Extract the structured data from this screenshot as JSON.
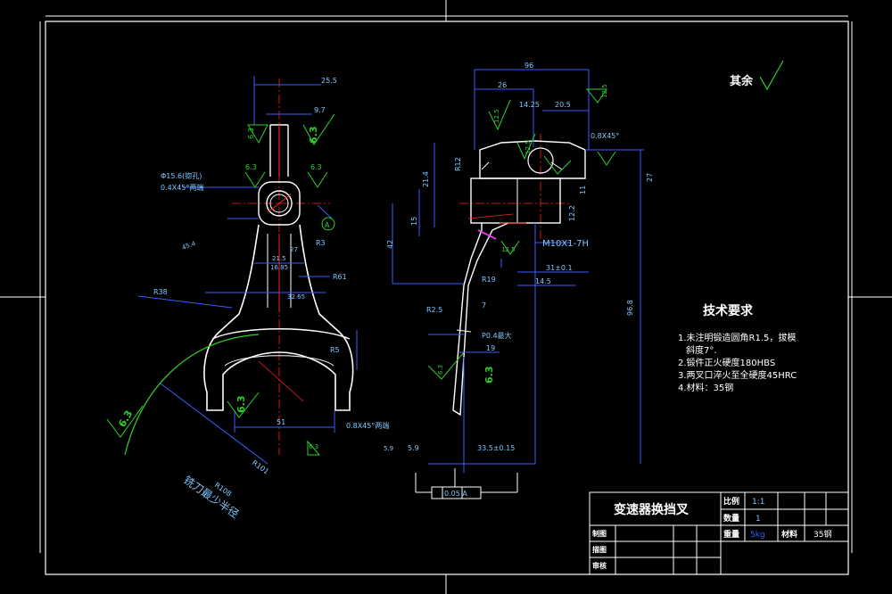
{
  "title_block": {
    "part_name": "变速器换挡叉",
    "scale_label": "比例",
    "scale_value": "1:1",
    "qty_label": "数量",
    "qty_value": "1",
    "weight_label": "重量",
    "weight_value": "5kg",
    "material_label": "材料",
    "material_value": "35钢",
    "drawn_label": "制图",
    "traced_label": "描图",
    "checked_label": "审核"
  },
  "surface_finish_note": "其余",
  "tech_requirements": {
    "heading": "技术要求",
    "items": [
      "1.未注明锻造圆角R1.5，拔模",
      "斜度7°.",
      "2.锻件正火硬度180HBS",
      "3.两叉口淬火至全硬度45HRC",
      "4.材料：35钢"
    ]
  },
  "front_view_labels": {
    "top_width": "25.5",
    "slot_width": "9.7",
    "hole_dia": "Φ15.6(锪孔)",
    "chamfer": "0.4X45°两端",
    "datum": "A",
    "rough_6_3": "6.3",
    "r3": "R3",
    "r38": "R38",
    "r61": "R61",
    "r5": "R5",
    "r101": "R101",
    "r108": "R108",
    "m10": "M10X1-7H",
    "fork_width": "51",
    "fork_chamfer": "0.8X45°两端",
    "milling_note": "铣刀最少半径",
    "a_27": "27",
    "a_21": "21.5",
    "a_16": "16.85",
    "a_325": "32.65",
    "a_45": "45.4",
    "a_59": "5.9"
  },
  "side_view_labels": {
    "w96": "96",
    "w26": "26",
    "w14": "14.25",
    "w20": "20.5",
    "c45": "0.8X45°",
    "h27": "27",
    "h214": "21.4",
    "h15": "15",
    "h42": "42",
    "h11": "11",
    "h12": "12.2",
    "r12": "R12",
    "r19": "R19",
    "d31": "31±0.1",
    "d14": "14.5",
    "h968": "96.8",
    "r25": "R2.5",
    "d7": "7",
    "p04": "P0.4最大",
    "d19": "19",
    "d5": "5.9",
    "d335": "33.5±0.15",
    "tol_a": "0.05 A",
    "rough_125": "12.5"
  }
}
